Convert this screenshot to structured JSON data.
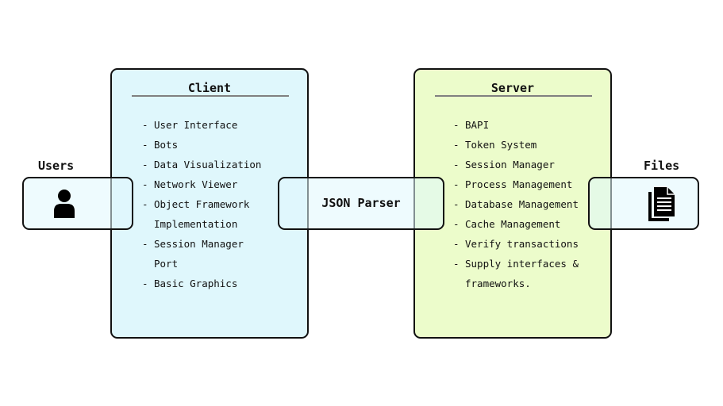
{
  "client": {
    "title": "Client",
    "items": [
      "User Interface",
      "Bots",
      "Data Visualization",
      "Network Viewer",
      "Object Framework Implementation",
      "Session Manager Port",
      "Basic Graphics"
    ]
  },
  "server": {
    "title": "Server",
    "items": [
      "BAPI",
      "Token System",
      "Session Manager",
      "Process Management",
      "Database Management",
      "Cache Management",
      "Verify transactions",
      "Supply interfaces & frameworks."
    ]
  },
  "users": {
    "label": "Users",
    "icon": "person-icon"
  },
  "json_parser": {
    "label": "JSON Parser"
  },
  "files": {
    "label": "Files",
    "icon": "document-icon"
  },
  "colors": {
    "client_fill": "#dff7fc",
    "server_fill": "#ecfccb",
    "connector_fill": "#e0f8fd",
    "border": "#111111",
    "rule": "#808080"
  }
}
